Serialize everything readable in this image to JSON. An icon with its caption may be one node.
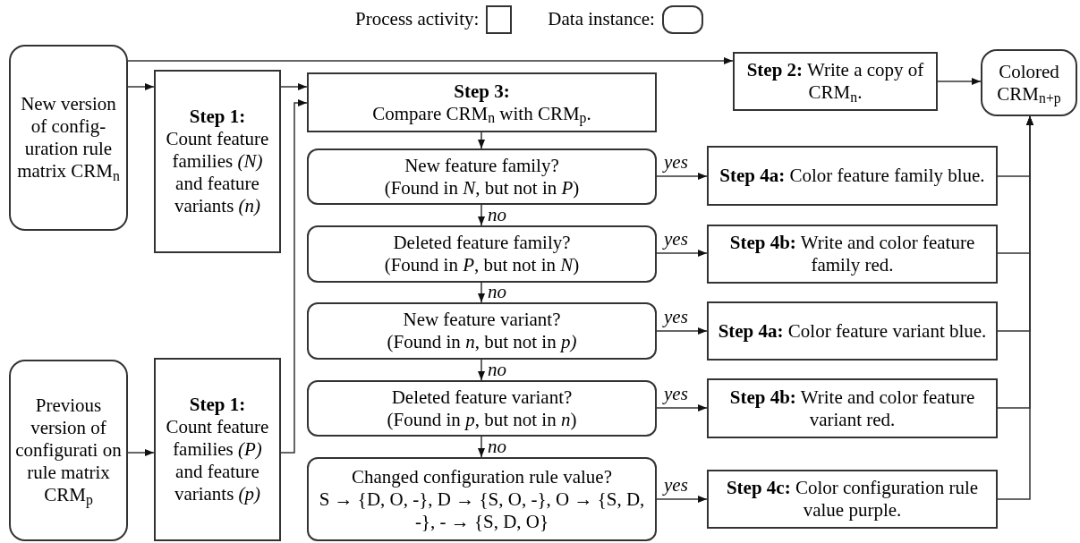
{
  "diagram": {
    "nodes": [
      {
        "text": [
          "New version of config- uration rule matrix CRM$_{n}$"
        ]
      },
      {
        "text": [
          "Step 1:",
          "Count feature families *(N)* and feature variants *(n)*"
        ]
      },
      {
        "text": [
          "Step 3:",
          "Compare CRM$_{n}$ with CRM$_{p}$."
        ]
      },
      {
        "text": [
          "**Step 2:** Write a copy of CRM$_{n}$."
        ]
      },
      {
        "text": [
          "Colored CRM$_{n+p}$"
        ]
      },
      {
        "text": [
          "New feature family?",
          "(Found in *N*, but not in *P*)"
        ]
      },
      {
        "text": [
          "**Step 4a:** Color feature family blue."
        ]
      },
      {
        "text": [
          "Deleted feature family?",
          "(Found in *P*, but not in *N*)"
        ]
      },
      {
        "text": [
          "**Step 4b:** Write and color feature family red."
        ]
      },
      {
        "text": [
          "New feature variant?",
          "(Found in *n*, but not in *p)*"
        ]
      },
      {
        "text": [
          "**Step 4a:** Color feature variant blue."
        ]
      },
      {
        "text": [
          "Deleted feature variant?",
          "(Found in *p*, but not in *n*)"
        ]
      },
      {
        "text": [
          "**Step 4b:** Write and color feature variant red."
        ]
      },
      {
        "text": [
          "Changed configuration rule value?",
          "S → {D, O, -}, D → {S, O, -}, O → {S, D, -}, - → {S, D, O}"
        ]
      },
      {
        "text": [
          "**Step 4c:** Color configuration rule value purple."
        ]
      },
      {
        "text": [
          "Previous version of configurati on rule matrix CRM$_{p}$"
        ]
      },
      {
        "text": [
          "Step 1:",
          "Count feature families *(P)* and feature variants *(p)*"
        ]
      }
    ],
    "edges": [
      {
        "from": 0,
        "to": 1,
        "arrow": "to"
      },
      {
        "from": 0,
        "to": 3,
        "arrow": "to"
      },
      {
        "from": 1,
        "to": 2,
        "arrow": "to"
      },
      {
        "from": 16,
        "to": 2,
        "arrow": "to"
      },
      {
        "from": 3,
        "to": 4,
        "arrow": "to"
      },
      {
        "from": 2,
        "to": 5,
        "arrow": "to"
      },
      {
        "from": 5,
        "to": 6,
        "arrow": "to",
        "label": "yes"
      },
      {
        "from": 5,
        "to": 7,
        "arrow": "to",
        "label": "no"
      },
      {
        "from": 7,
        "to": 8,
        "arrow": "to",
        "label": "yes"
      },
      {
        "from": 7,
        "to": 9,
        "arrow": "to",
        "label": "no"
      },
      {
        "from": 9,
        "to": 10,
        "arrow": "to",
        "label": "yes"
      },
      {
        "from": 9,
        "to": 11,
        "arrow": "to",
        "label": "no"
      },
      {
        "from": 11,
        "to": 12,
        "arrow": "to",
        "label": "yes"
      },
      {
        "from": 11,
        "to": 13,
        "arrow": "to",
        "label": "no"
      },
      {
        "from": 13,
        "to": 14,
        "arrow": "to",
        "label": "yes"
      },
      {
        "from": 6,
        "to": 4,
        "arrow": "to"
      },
      {
        "from": 8,
        "to": 4,
        "arrow": "to"
      },
      {
        "from": 10,
        "to": 4,
        "arrow": "to"
      },
      {
        "from": 12,
        "to": 4,
        "arrow": "to"
      },
      {
        "from": 14,
        "to": 4,
        "arrow": "to"
      },
      {
        "from": 15,
        "to": 16,
        "arrow": "to"
      }
    ],
    "legend": [
      {
        "text": "Process activity:"
      },
      {
        "text": "Data instance:"
      }
    ]
  }
}
